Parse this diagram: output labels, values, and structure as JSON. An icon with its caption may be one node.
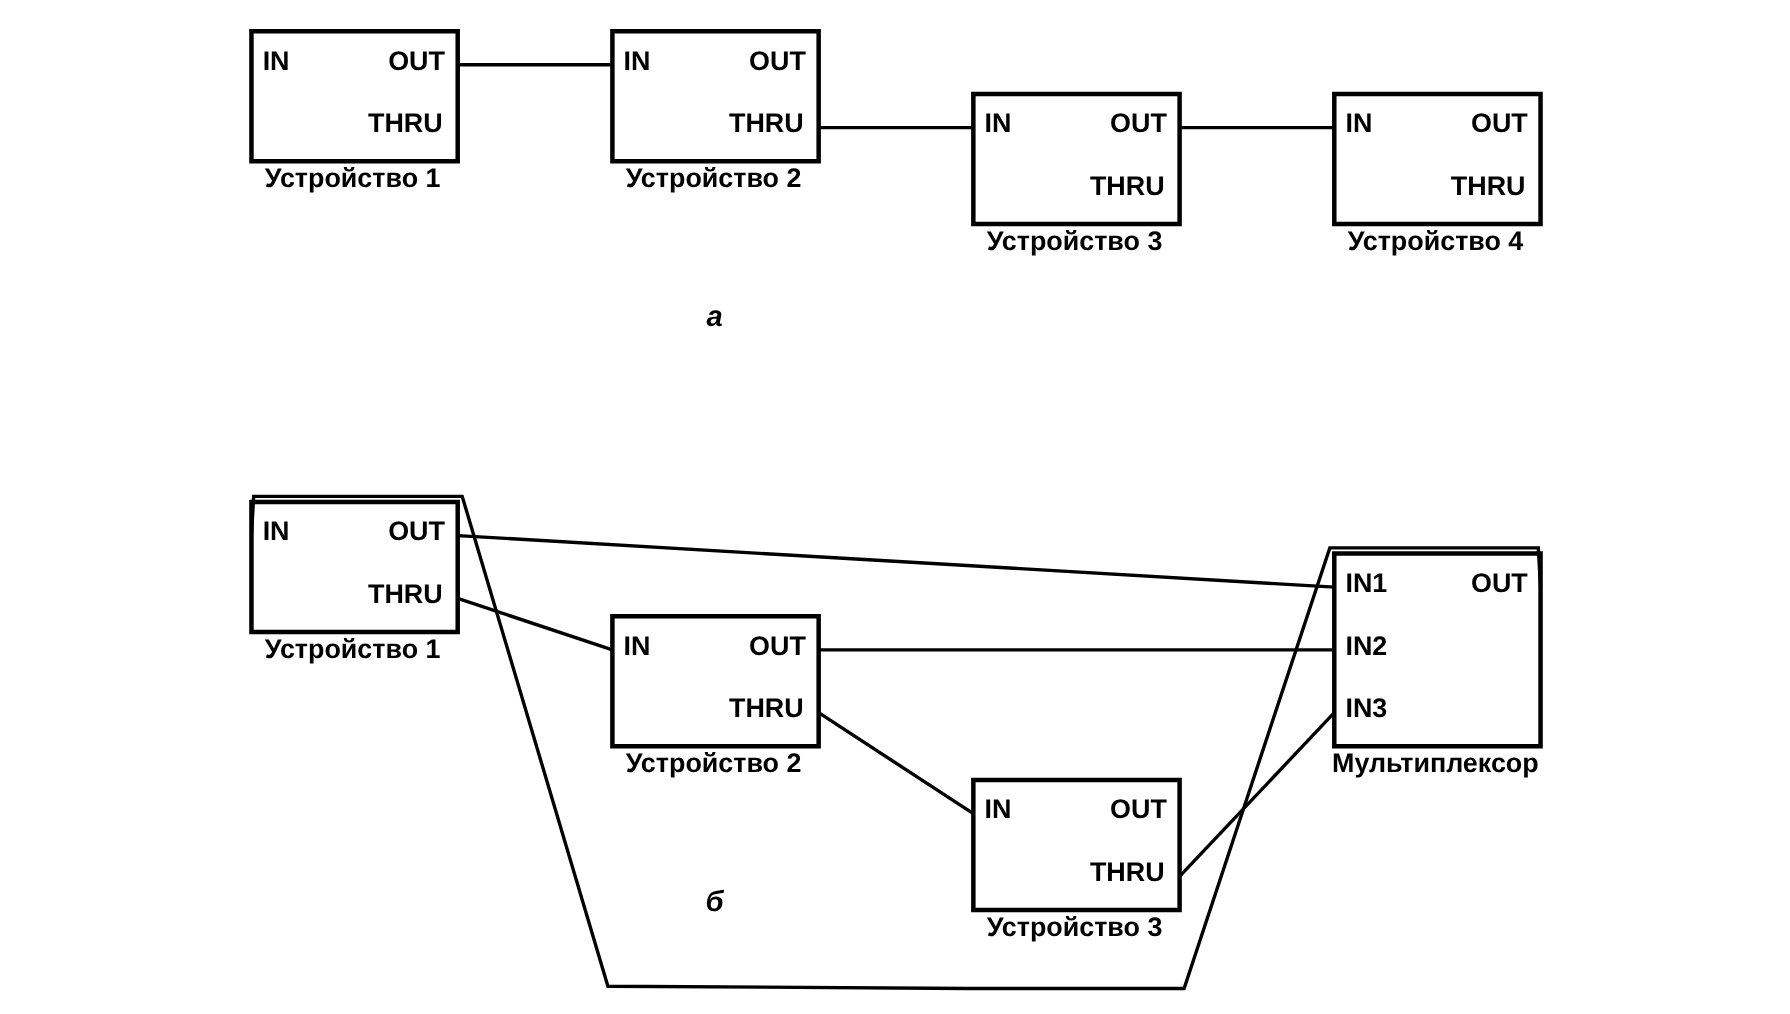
{
  "diagram": {
    "nodes": [
      {
        "text": [
          "IN",
          "OUT",
          "THRU"
        ],
        "beside": [
          "Устройство 1"
        ]
      },
      {
        "text": [
          "IN",
          "OUT",
          "THRU"
        ],
        "beside": [
          "Устройство 2"
        ]
      },
      {
        "text": [
          "IN",
          "OUT",
          "THRU"
        ],
        "beside": [
          "Устройство 3"
        ]
      },
      {
        "text": [
          "IN",
          "OUT",
          "THRU"
        ],
        "beside": [
          "Устройство 4"
        ]
      },
      {
        "text": [
          "IN",
          "OUT",
          "THRU"
        ],
        "beside": [
          "Устройство 1"
        ]
      },
      {
        "text": [
          "IN",
          "OUT",
          "THRU"
        ],
        "beside": [
          "Устройство 2"
        ]
      },
      {
        "text": [
          "IN",
          "OUT",
          "THRU"
        ],
        "beside": [
          "Устройство 3"
        ]
      },
      {
        "text": [
          "IN1",
          "IN2",
          "IN3",
          "OUT"
        ],
        "beside": [
          "Мультиплексор"
        ]
      }
    ],
    "edges": [
      {
        "from": 0,
        "to": 1,
        "arrow": "none"
      },
      {
        "from": 1,
        "to": 2,
        "arrow": "none"
      },
      {
        "from": 2,
        "to": 3,
        "arrow": "none"
      },
      {
        "from": 4,
        "to": 7,
        "arrow": "none"
      },
      {
        "from": 4,
        "to": 5,
        "arrow": "none"
      },
      {
        "from": 5,
        "to": 7,
        "arrow": "none"
      },
      {
        "from": 5,
        "to": 6,
        "arrow": "none"
      },
      {
        "from": 6,
        "to": 7,
        "arrow": "none"
      },
      {
        "from": 7,
        "to": 4,
        "arrow": "none"
      }
    ],
    "labels": [
      "а",
      "б"
    ]
  }
}
